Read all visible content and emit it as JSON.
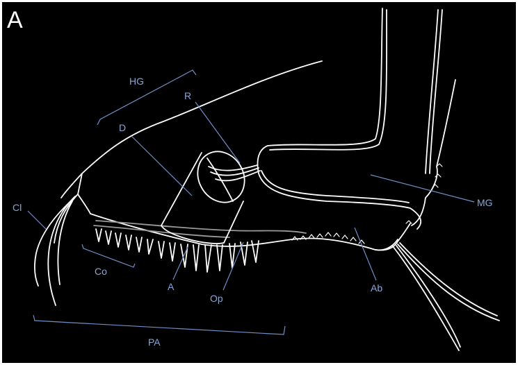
{
  "panel_letter": "A",
  "colors": {
    "background": "#000000",
    "outline": "#ffffff",
    "label": "#8aa6d6",
    "leader": "#6f8fc8"
  },
  "labels": {
    "HG": "HG",
    "R": "R",
    "D": "D",
    "MG": "MG",
    "Cl": "Cl",
    "Co": "Co",
    "A": "A",
    "Op": "Op",
    "Ab": "Ab",
    "PA": "PA"
  }
}
